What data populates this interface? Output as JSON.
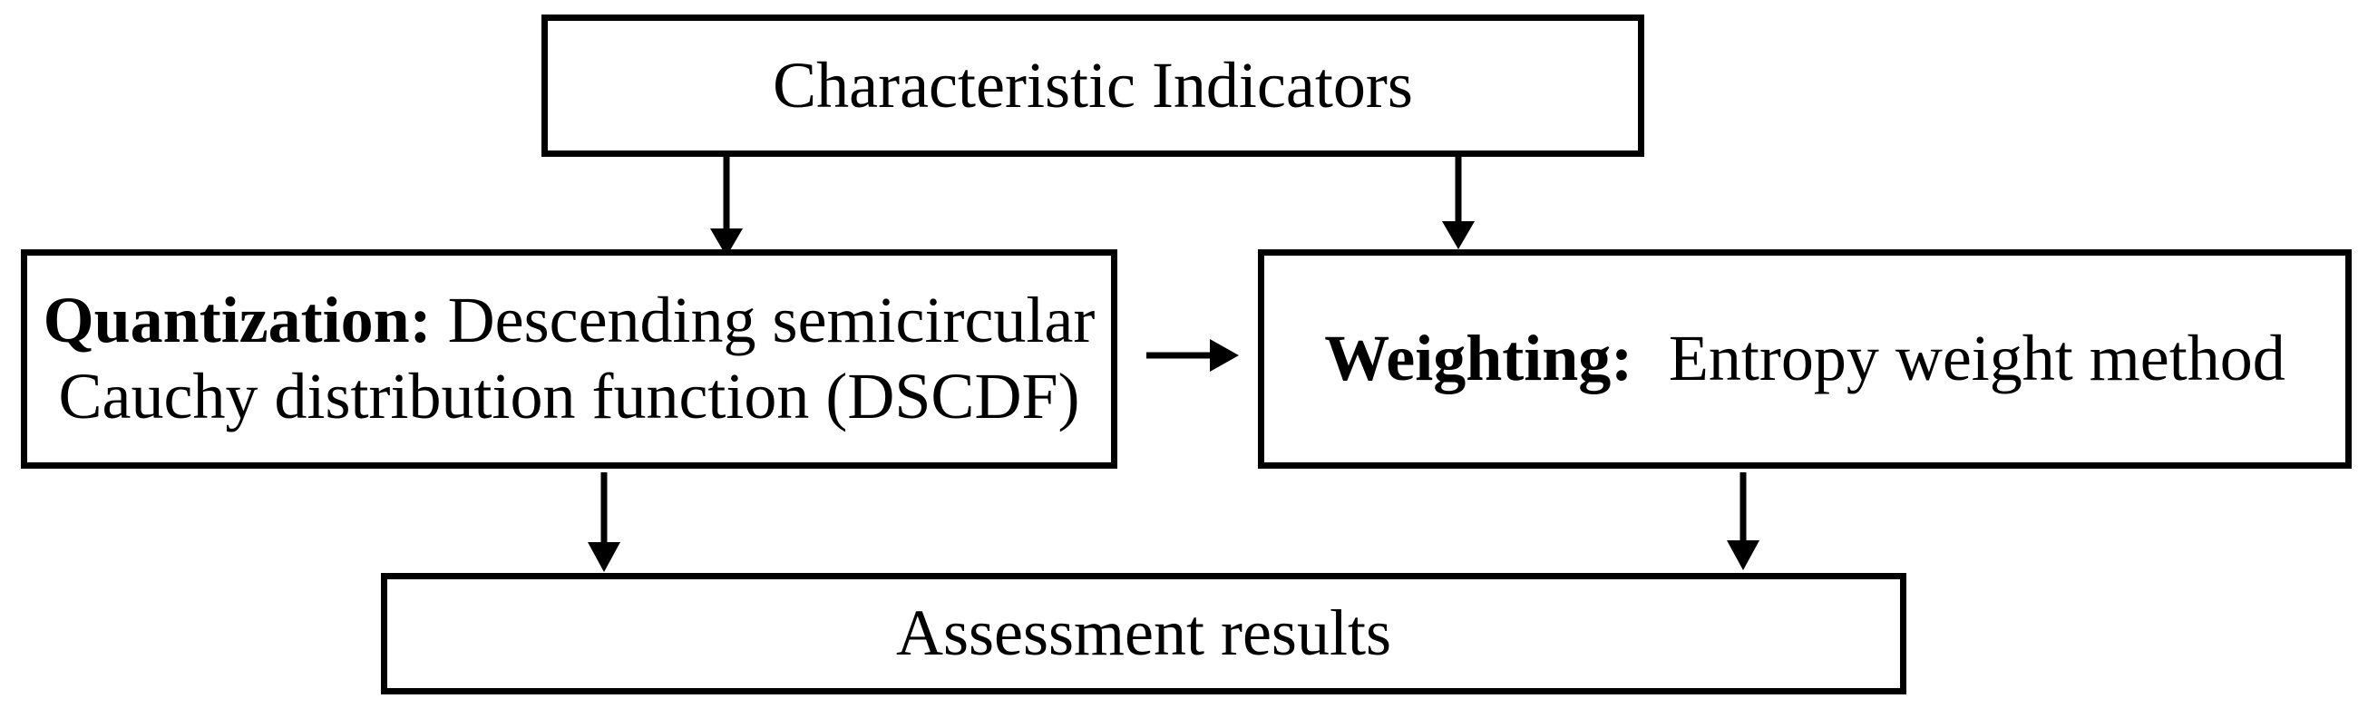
{
  "diagram": {
    "type": "flowchart",
    "colors": {
      "stroke": "#000000",
      "box_fill": "#ffffff",
      "text": "#000000",
      "background": "#ffffff"
    },
    "nodes": {
      "characteristic_indicators": {
        "label": "Characteristic Indicators"
      },
      "quantization": {
        "keyword": "Quantization:",
        "line1_rest": "Descending semicircular",
        "line2": "Cauchy distribution function (DSCDF)"
      },
      "weighting": {
        "keyword": "Weighting:",
        "rest": "Entropy weight method"
      },
      "assessment_results": {
        "label": "Assessment results"
      }
    },
    "edges": [
      {
        "from": "characteristic_indicators",
        "to": "quantization"
      },
      {
        "from": "characteristic_indicators",
        "to": "weighting"
      },
      {
        "from": "quantization",
        "to": "weighting"
      },
      {
        "from": "quantization",
        "to": "assessment_results"
      },
      {
        "from": "weighting",
        "to": "assessment_results"
      }
    ]
  }
}
